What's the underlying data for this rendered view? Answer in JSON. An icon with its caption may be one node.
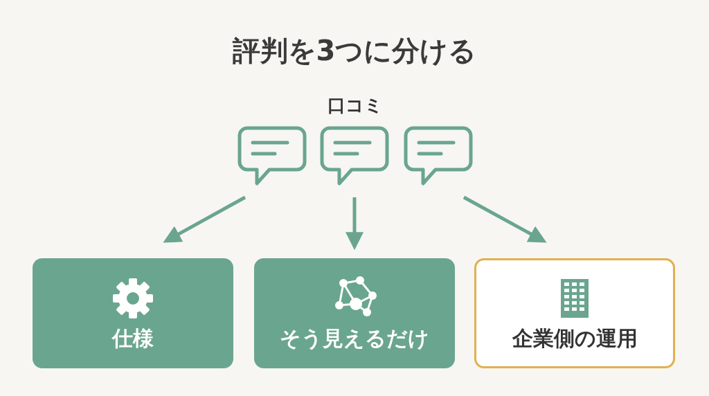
{
  "diagram": {
    "title": "評判を3つに分ける",
    "nodes": [
      {
        "text": [
          "口コミ"
        ]
      },
      {
        "text": [
          "仕様"
        ]
      },
      {
        "text": [
          "そう見えるだけ"
        ]
      },
      {
        "text": [
          "企業側の運用"
        ]
      }
    ],
    "edges": [
      {
        "from": 0,
        "to": 1,
        "arrow": "to"
      },
      {
        "from": 0,
        "to": 2,
        "arrow": "to"
      },
      {
        "from": 0,
        "to": 3,
        "arrow": "to"
      }
    ]
  }
}
